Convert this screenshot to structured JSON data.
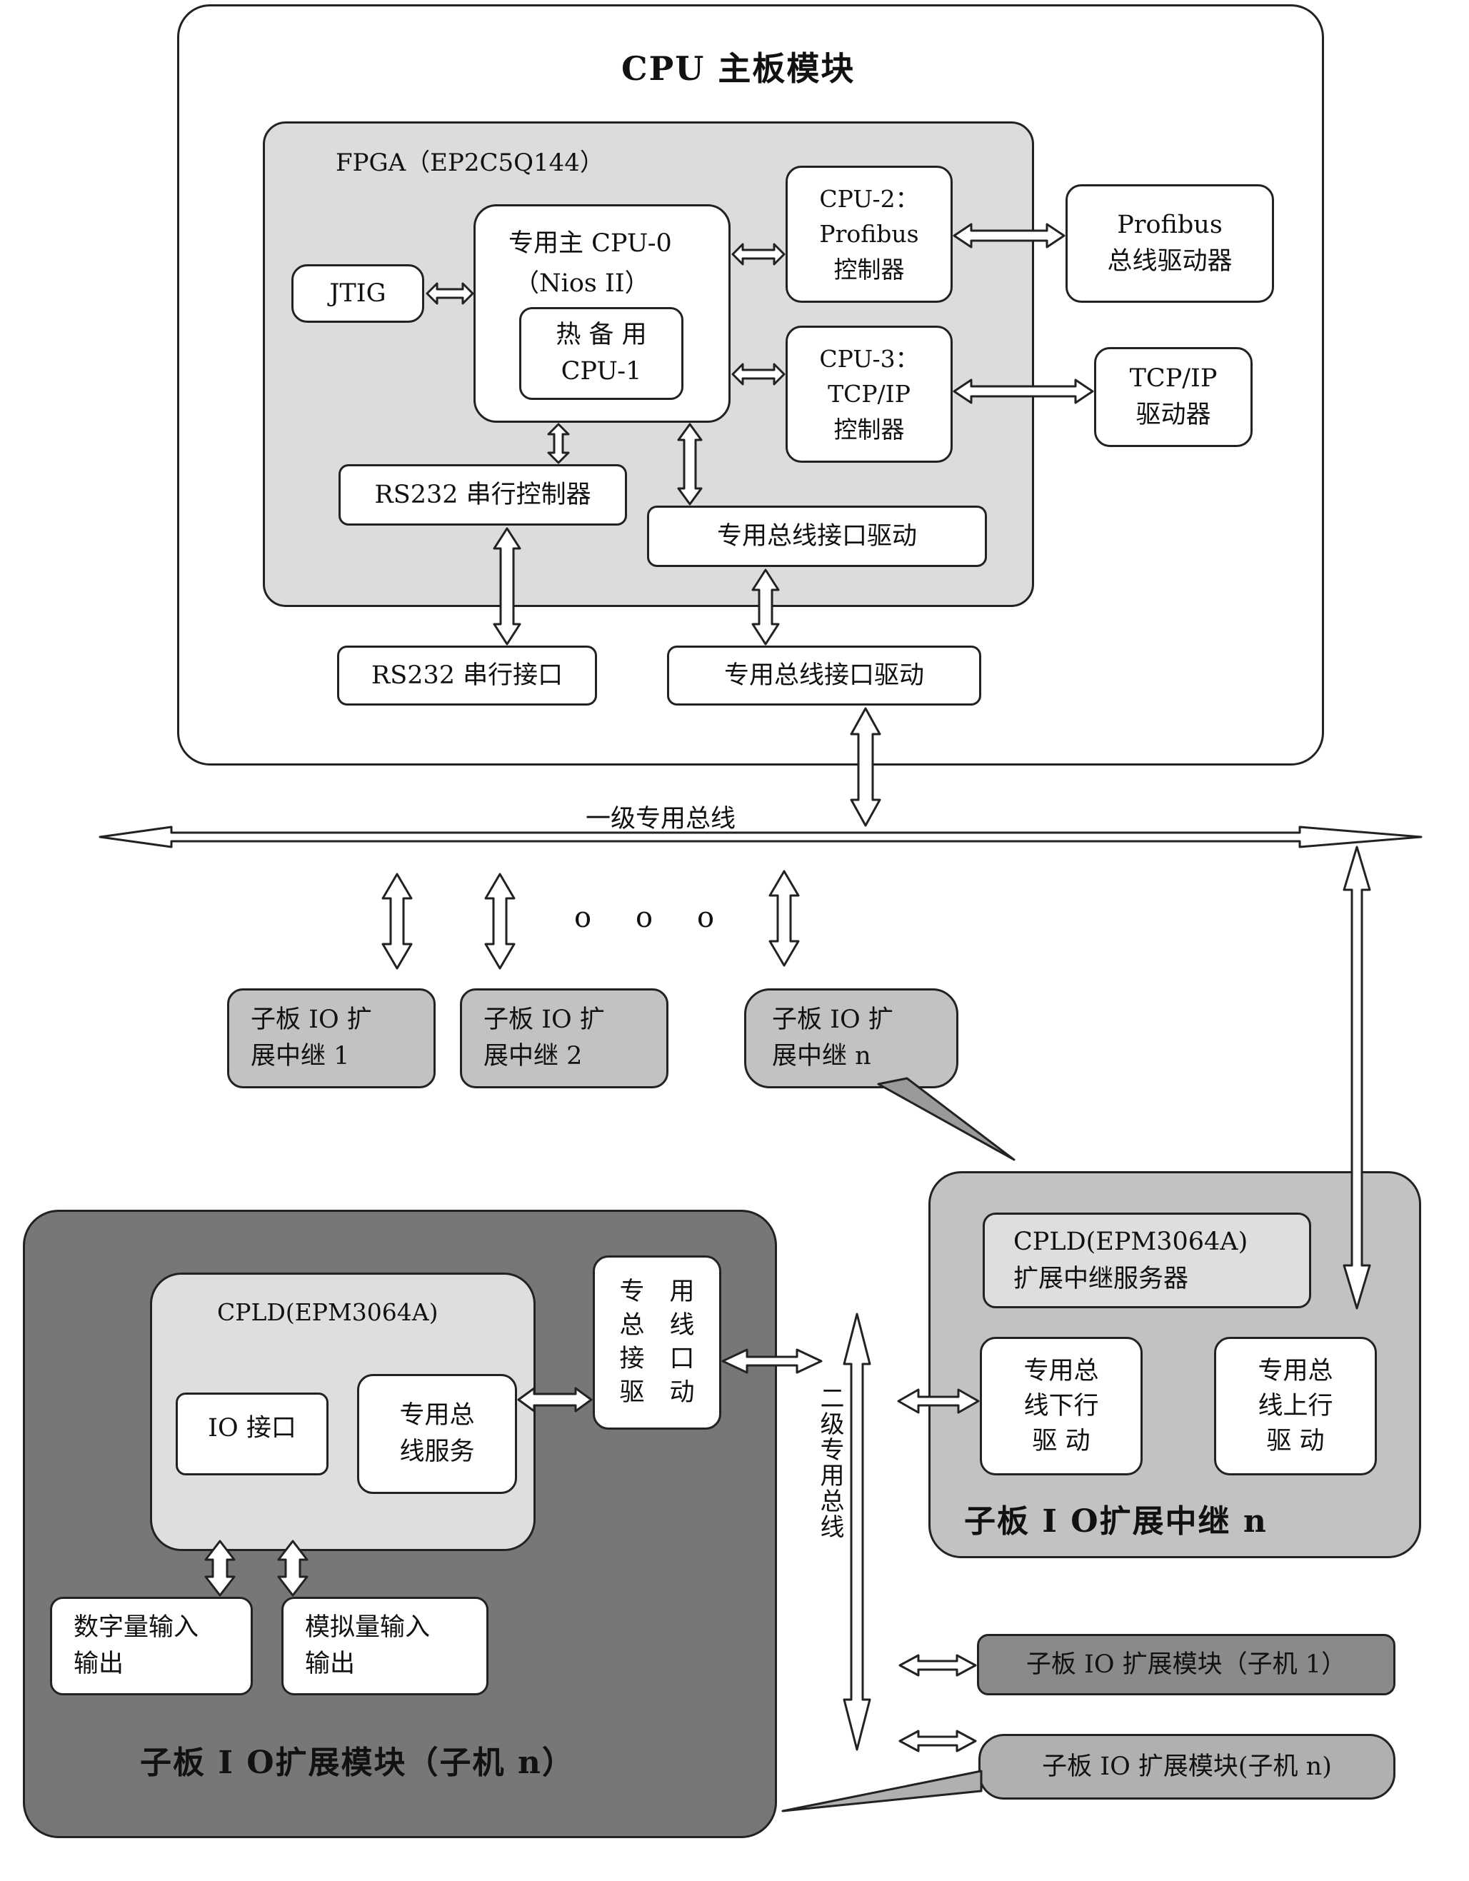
{
  "cpu_board": {
    "title": "CPU 主板模块",
    "fpga_label": "FPGA（EP2C5Q144）",
    "jtag": "JTIG",
    "cpu0_line1": "专用主 CPU-0",
    "cpu0_line2": "（Nios II）",
    "hot_backup_line1": "热 备 用",
    "hot_backup_line2": "CPU-1",
    "cpu2_line1": "CPU-2：",
    "cpu2_line2": "Profibus",
    "cpu2_line3": "控制器",
    "cpu3_line1": "CPU-3：",
    "cpu3_line2": "TCP/IP",
    "cpu3_line3": "控制器",
    "rs232_controller": "RS232 串行控制器",
    "bus_interface_driver_inner": "专用总线接口驱动",
    "rs232_port": "RS232 串行接口",
    "bus_interface_driver_outer": "专用总线接口驱动",
    "profibus_driver_line1": "Profibus",
    "profibus_driver_line2": "总线驱动器",
    "tcpip_driver_line1": "TCP/IP",
    "tcpip_driver_line2": "驱动器"
  },
  "level1_bus": "一级专用总线",
  "ellipsis_dots": [
    "o",
    "o",
    "o"
  ],
  "relays": [
    {
      "line1": "子板 IO 扩",
      "line2": "展中继 1"
    },
    {
      "line1": "子板 IO 扩",
      "line2": "展中继 2"
    },
    {
      "line1": "子板 IO 扩",
      "line2": "展中继 n"
    }
  ],
  "io_module": {
    "title": "子板 I O扩展模块（子机 n）",
    "cpld_label": "CPLD(EPM3064A)",
    "io_interface": "IO 接口",
    "bus_service_line1": "专用总",
    "bus_service_line2": "线服务",
    "bus_driver_lines": [
      "专　用",
      "总　线",
      "接　口",
      "驱　动"
    ],
    "digital_io_line1": "数字量输入",
    "digital_io_line2": "输出",
    "analog_io_line1": "模拟量输入",
    "analog_io_line2": "输出"
  },
  "level2_bus": "二级专用总线",
  "relay_module": {
    "title": "子板 I O扩展中继 n",
    "cpld_line1": "CPLD(EPM3064A)",
    "cpld_line2": "扩展中继服务器",
    "down_driver_lines": [
      "专用总",
      "线下行",
      "驱 动"
    ],
    "up_driver_lines": [
      "专用总",
      "线上行",
      "驱 动"
    ]
  },
  "sub_module_1": "子板 IO 扩展模块（子机 1）",
  "sub_module_n": "子板 IO 扩展模块(子机 n)"
}
